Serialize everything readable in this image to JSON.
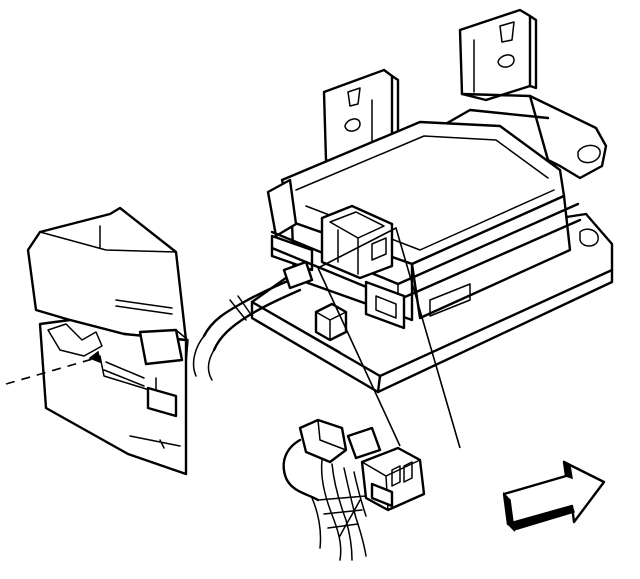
{
  "diagram": {
    "components": [
      {
        "name": "module-housing"
      },
      {
        "name": "mounting-bracket"
      },
      {
        "name": "trim-panel"
      },
      {
        "name": "wiring-harness"
      },
      {
        "name": "harness-connector"
      },
      {
        "name": "front-arrow"
      }
    ]
  }
}
